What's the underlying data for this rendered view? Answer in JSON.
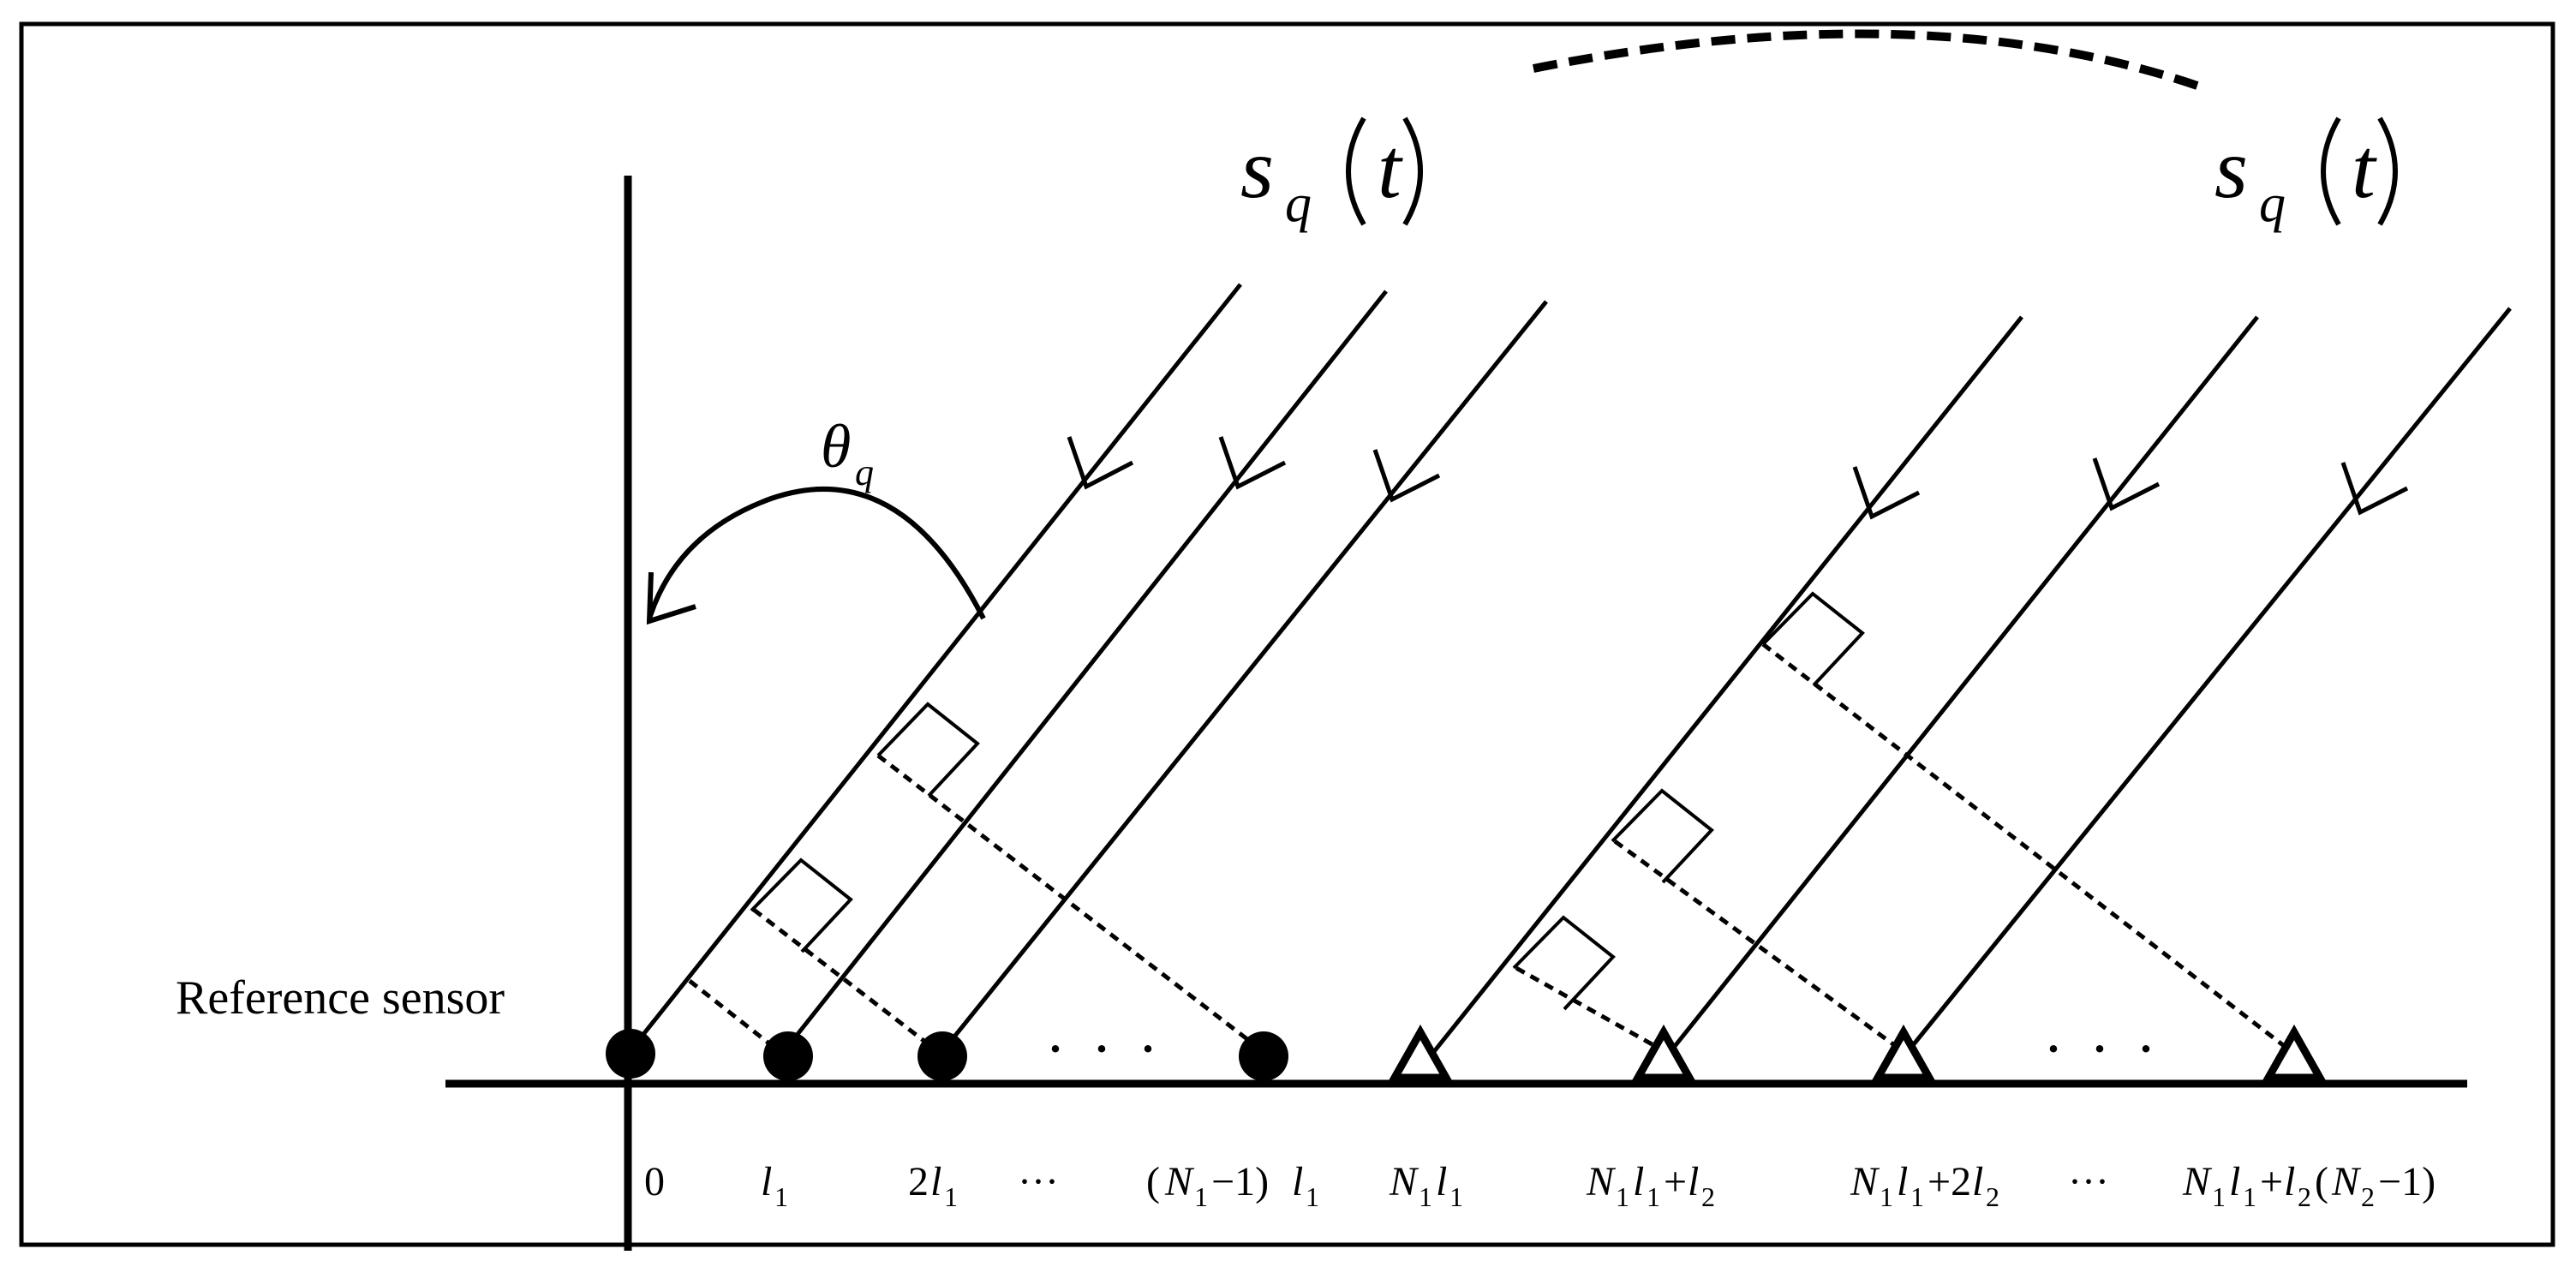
{
  "signals": {
    "left": {
      "s": "s",
      "q": "q",
      "t": "t"
    },
    "right": {
      "s": "s",
      "q": "q",
      "t": "t"
    }
  },
  "angle": {
    "theta": "θ",
    "q": "q"
  },
  "reference_label": "Reference sensor",
  "ellipsis": "· · ·",
  "positions": {
    "zero": "0",
    "l": "l",
    "sub1": "1",
    "sub2": "2",
    "two": "2",
    "dots": "···",
    "open": "(",
    "N": "N",
    "minus1": "−1)",
    "plus": "+",
    "plus2": "+2",
    "open_paren": "(",
    "minus1b": "−1)"
  },
  "sensors": {
    "subarray1": {
      "count_drawn": 4,
      "shape": "filled-circle"
    },
    "subarray2": {
      "count_drawn": 4,
      "shape": "open-triangle"
    }
  },
  "colors": {
    "stroke": "#000000",
    "background": "#ffffff"
  }
}
